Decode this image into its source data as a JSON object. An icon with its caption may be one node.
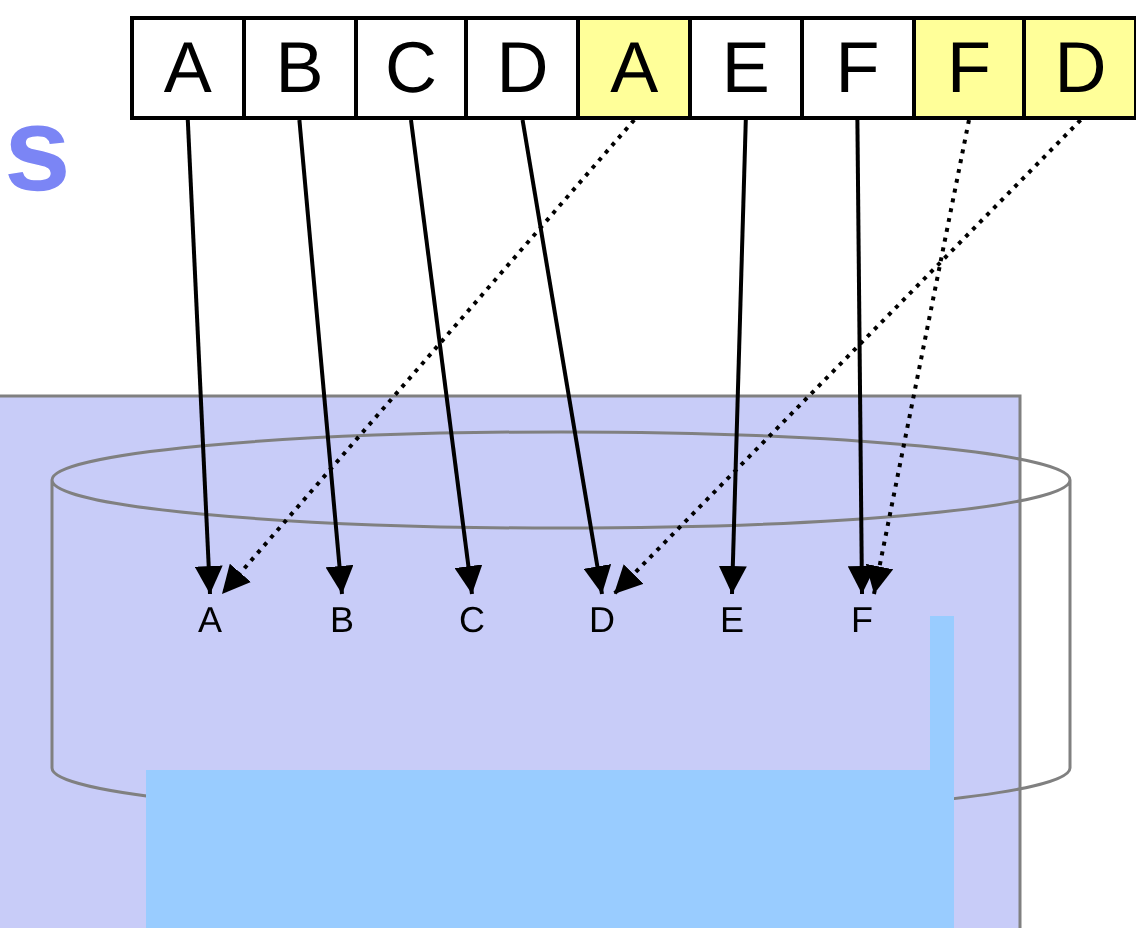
{
  "diagram": {
    "nodes": [
      {
        "text": [
          "A"
        ]
      },
      {
        "text": [
          "B"
        ]
      },
      {
        "text": [
          "C"
        ]
      },
      {
        "text": [
          "D"
        ]
      },
      {
        "text": [
          "A"
        ]
      },
      {
        "text": [
          "E"
        ]
      },
      {
        "text": [
          "F"
        ]
      },
      {
        "text": [
          "F"
        ]
      },
      {
        "text": [
          "D"
        ]
      },
      {
        "text": [],
        "shape": "cylinder"
      },
      {
        "text": [
          "A"
        ],
        "in": 9
      },
      {
        "text": [
          "B"
        ],
        "in": 9
      },
      {
        "text": [
          "C"
        ],
        "in": 9
      },
      {
        "text": [
          "D"
        ],
        "in": 9
      },
      {
        "text": [
          "E"
        ],
        "in": 9
      },
      {
        "text": [
          "F"
        ],
        "in": 9
      },
      {
        "text": [],
        "shape": "box"
      }
    ],
    "edges": [
      {
        "from": 0,
        "to": 10,
        "arrow": "to"
      },
      {
        "from": 1,
        "to": 11,
        "arrow": "to"
      },
      {
        "from": 2,
        "to": 12,
        "arrow": "to"
      },
      {
        "from": 3,
        "to": 13,
        "arrow": "to"
      },
      {
        "from": 4,
        "to": 10,
        "arrow": "to",
        "style": "dashed"
      },
      {
        "from": 5,
        "to": 14,
        "arrow": "to"
      },
      {
        "from": 6,
        "to": 15,
        "arrow": "to"
      },
      {
        "from": 7,
        "to": 15,
        "arrow": "to",
        "style": "dashed"
      },
      {
        "from": 8,
        "to": 13,
        "arrow": "to",
        "style": "dashed"
      }
    ],
    "labels": [
      "s"
    ]
  }
}
